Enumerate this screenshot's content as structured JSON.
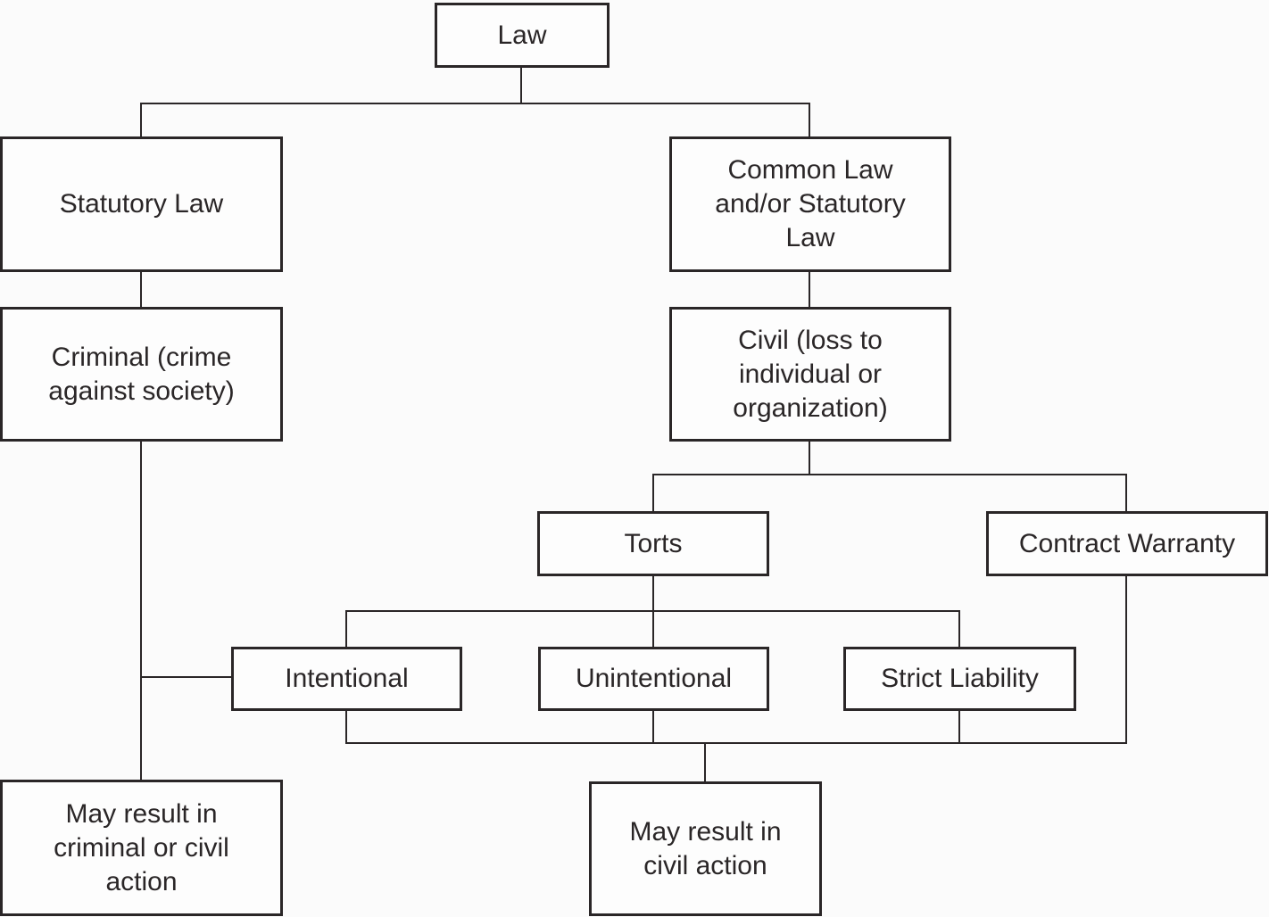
{
  "diagram": {
    "title": "Law classification flowchart",
    "type": "flowchart",
    "colors": {
      "line": "#2a2627",
      "box_background": "#fdfdfd",
      "page_background": "#fbfbfb",
      "text": "#2a2627"
    },
    "nodes": {
      "law": {
        "label": "Law"
      },
      "statutory_law": {
        "label": "Statutory Law"
      },
      "common_law": {
        "label": "Common Law\nand/or Statutory\nLaw"
      },
      "criminal": {
        "label": "Criminal (crime\nagainst society)"
      },
      "civil": {
        "label": "Civil (loss to\nindividual or\norganization)"
      },
      "torts": {
        "label": "Torts"
      },
      "contract_warranty": {
        "label": "Contract Warranty"
      },
      "intentional": {
        "label": "Intentional"
      },
      "unintentional": {
        "label": "Unintentional"
      },
      "strict_liability": {
        "label": "Strict Liability"
      },
      "result_criminal_civil": {
        "label": "May result in\ncriminal or civil\naction"
      },
      "result_civil": {
        "label": "May result in\ncivil action"
      }
    },
    "edges": [
      {
        "from": "law",
        "to": "statutory_law"
      },
      {
        "from": "law",
        "to": "common_law"
      },
      {
        "from": "statutory_law",
        "to": "criminal"
      },
      {
        "from": "common_law",
        "to": "civil"
      },
      {
        "from": "criminal",
        "to": "result_criminal_civil"
      },
      {
        "from": "criminal",
        "to": "intentional"
      },
      {
        "from": "civil",
        "to": "torts"
      },
      {
        "from": "civil",
        "to": "contract_warranty"
      },
      {
        "from": "torts",
        "to": "intentional"
      },
      {
        "from": "torts",
        "to": "unintentional"
      },
      {
        "from": "torts",
        "to": "strict_liability"
      },
      {
        "from": "intentional",
        "to": "result_civil"
      },
      {
        "from": "unintentional",
        "to": "result_civil"
      },
      {
        "from": "strict_liability",
        "to": "result_civil"
      },
      {
        "from": "contract_warranty",
        "to": "result_civil"
      }
    ]
  }
}
